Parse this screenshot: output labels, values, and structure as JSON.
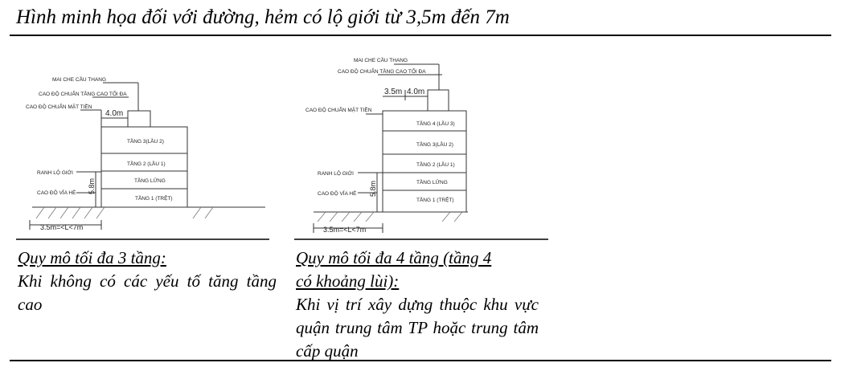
{
  "title": "Hình minh họa đối với đường, hẻm có lộ giới từ 3,5m đến 7m",
  "left": {
    "labels": {
      "stair_roof": "MAI CHE CẦU THANG",
      "max_floor_height": "CAO ĐỘ CHUẨN TẦNG CAO TỐI ĐA",
      "facade_height": "CAO ĐỘ CHUẨN MẶT TIỀN",
      "setback": "4.0m",
      "floor3": "TẦNG 3(LẦU 2)",
      "floor2": "TẦNG 2 (LẦU 1)",
      "mezzanine": "TẦNG LỬNG",
      "floor1": "TẦNG 1 (TRỆT)",
      "lot_boundary": "RANH LỘ GIỚI",
      "sidewalk": "CAO ĐỘ VỈA HÈ",
      "height": "5.8m",
      "road_width": "3.5m=<L<7m"
    },
    "caption_heading": "Quy mô tối đa 3 tầng:",
    "caption_text": "Khi không có các yếu tố tăng tầng cao"
  },
  "right": {
    "labels": {
      "stair_roof": "MAI CHE CẦU THANG",
      "max_floor_height": "CAO ĐỘ CHUẨN TẦNG CAO TỐI ĐA",
      "facade_height": "CAO ĐỘ CHUẨN MẶT TIỀN",
      "setback1": "3.5m",
      "setback2": "4.0m",
      "floor4": "TẦNG 4 (LẦU 3)",
      "floor3": "TẦNG 3(LẦU 2)",
      "floor2": "TẦNG 2 (LẦU 1)",
      "mezzanine": "TẦNG LỬNG",
      "floor1": "TẦNG 1 (TRỆT)",
      "lot_boundary": "RANH LỘ GIỚI",
      "sidewalk": "CAO ĐỘ VỈA HÈ",
      "height": "5.8m",
      "road_width": "3.5m=<L<7m"
    },
    "caption_heading_line1": "Quy mô tối đa 4 tầng (tầng 4",
    "caption_heading_line2": "có khoảng lùi):",
    "caption_text": "Khi vị trí xây dựng thuộc khu vực quận trung tâm TP hoặc trung tâm cấp quận"
  }
}
